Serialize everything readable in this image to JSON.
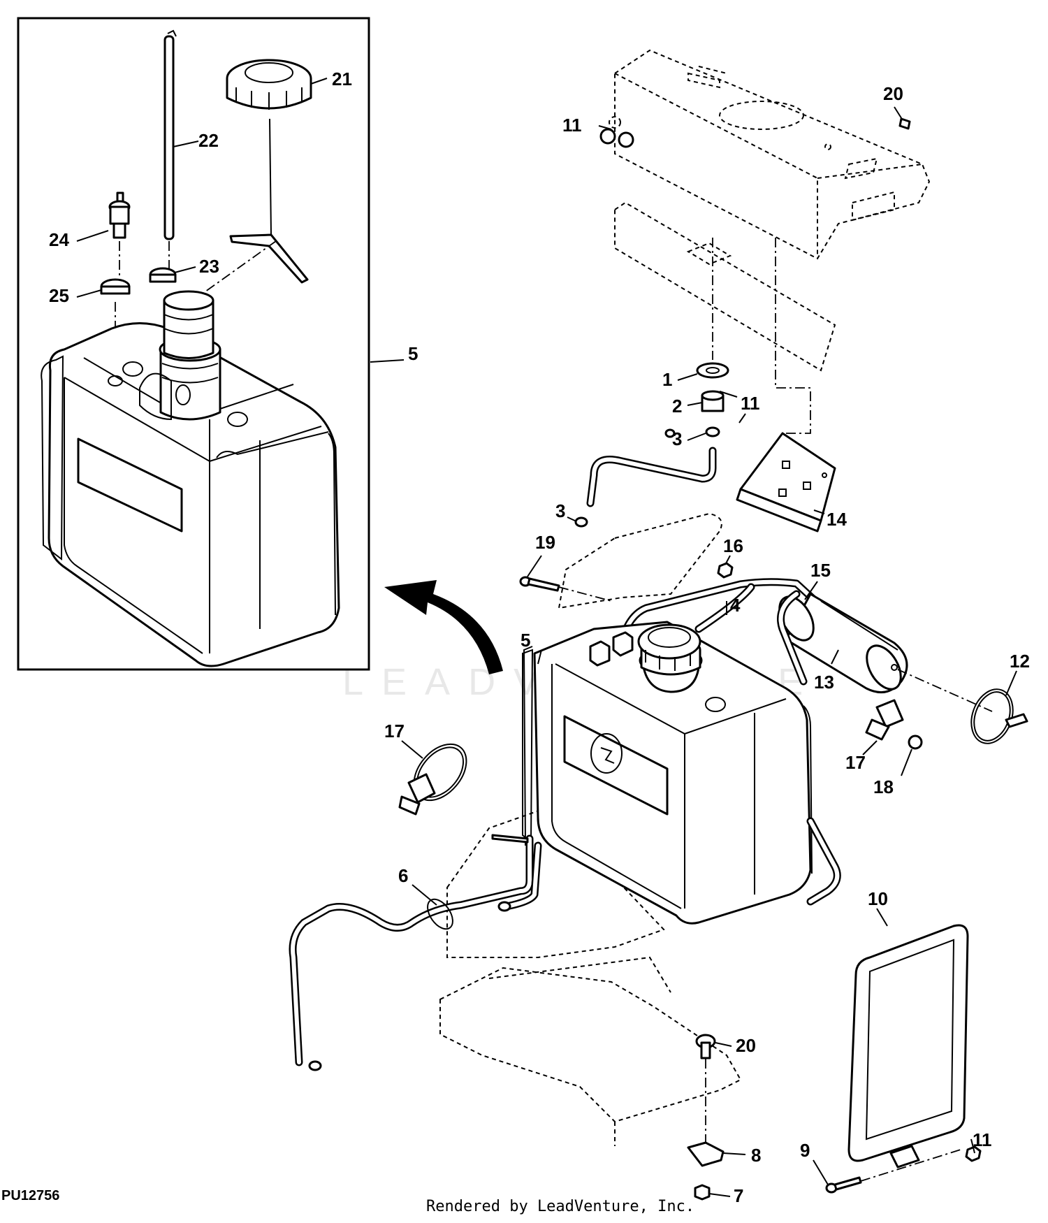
{
  "diagram": {
    "code": "PU12756",
    "credit": "Rendered by LeadVenture, Inc.",
    "watermark": "LEADVENTURE",
    "callouts": {
      "c1": "1",
      "c2": "2",
      "c3a": "3",
      "c3b": "3",
      "c4": "4",
      "c5a": "5",
      "c5b": "5",
      "c6": "6",
      "c7": "7",
      "c8": "8",
      "c9": "9",
      "c10": "10",
      "c11a": "11",
      "c11b": "11",
      "c11c": "11",
      "c12": "12",
      "c13": "13",
      "c14": "14",
      "c15": "15",
      "c16": "16",
      "c17a": "17",
      "c17b": "17",
      "c18": "18",
      "c19": "19",
      "c20a": "20",
      "c20b": "20",
      "c21": "21",
      "c22": "22",
      "c23": "23",
      "c24": "24",
      "c25": "25"
    }
  }
}
